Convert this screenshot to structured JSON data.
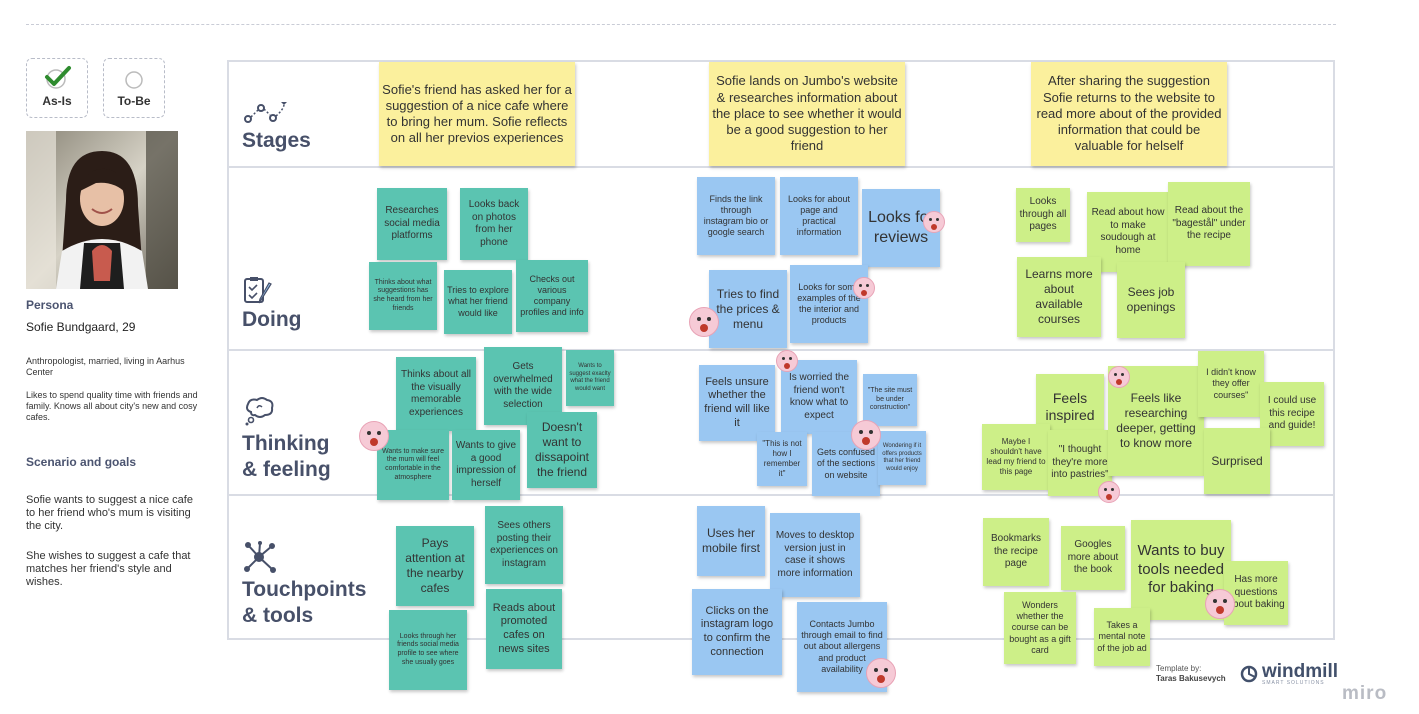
{
  "toggles": {
    "asis": "As-Is",
    "tobe": "To-Be"
  },
  "persona": {
    "heading": "Persona",
    "name": "Sofie Bundgaard, 29",
    "desc1": "Anthropologist, married, living in Aarhus Center",
    "desc2": "Likes to spend quality time with friends and family. Knows all about city's new and cosy cafes."
  },
  "scenario": {
    "heading": "Scenario and goals",
    "p1": "Sofie wants to suggest a nice cafe to her friend who's mum is visiting the city.",
    "p2": "She wishes to suggest a cafe that matches her friend's style and wishes."
  },
  "rows": {
    "stages": "Stages",
    "doing": "Doing",
    "thinking_1": "Thinking",
    "thinking_2": "& feeling",
    "touch_1": "Touchpoints",
    "touch_2": "& tools"
  },
  "notes": {
    "s1": "Sofie's friend has asked her for a suggestion of a nice cafe where to bring her mum. Sofie reflects on all her previos experiences",
    "s2": "Sofie lands on Jumbo's website & researches information about the place to see whether it would be a good suggestion to her friend",
    "s3": "After sharing the suggestion Sofie returns to the website to read more about of the provided information that could be valuable for helself",
    "d1": "Researches social media platforms",
    "d2": "Looks back on photos from her phone",
    "d3": "Thinks about what suggestions has she heard from her friends",
    "d4": "Tries to explore what her friend would like",
    "d5": "Checks out various company profiles and info",
    "d6": "Finds the link through instagram bio or google search",
    "d7": "Looks for about page and practical information",
    "d8": "Looks for reviews",
    "d9": "Tries to find the prices & menu",
    "d10": "Looks for some examples of the the interior and products",
    "d11": "Looks through all pages",
    "d12": "Read about how to make soudough at home",
    "d13": "Read about the \"bagestål\" under the recipe",
    "d14": "Learns more about available courses",
    "d15": "Sees job openings",
    "t1": "Thinks about all the visually memorable experiences",
    "t2": "Gets overwhelmed with the wide selection",
    "t3": "Wants to suggest exaclty what the friend would want",
    "t4": "Wants to make sure the mum will feel comfortable in the atmosphere",
    "t5": "Wants to give a good impression of herself",
    "t6": "Doesn't want to dissapoint the friend",
    "t7": "Feels unsure whether the friend will like it",
    "t8": "Is worried the friend won't know what to expect",
    "t9": "\"The site must be under construction\"",
    "t10": "\"This is not how I remember it\"",
    "t11": "Gets confused of the sections on website",
    "t12": "Wondering if it offers products that her friend would enjoy",
    "t13": "Feels inspired",
    "t14": "Maybe I shouldn't have lead my friend to this page",
    "t15": "\"I thought they're more into pastries\"",
    "t16": "Feels like researching deeper, getting to know more",
    "t17": "I didn't know they offer courses\"",
    "t18": "I could use this recipe and guide!",
    "t19": "Surprised",
    "p1": "Pays attention at the nearby cafes",
    "p2": "Sees others posting their experiences on instagram",
    "p3": "Reads about promoted cafes on news sites",
    "p4": "Looks through her friends social media profile to see where she usually goes",
    "p5": "Uses her mobile first",
    "p6": "Moves to desktop version just in case it shows more information",
    "p7": "Clicks on the instagram logo to confirm the connection",
    "p8": "Contacts Jumbo through email to find out about allergens and product availability",
    "p9": "Bookmarks the recipe page",
    "p10": "Googles more about the book",
    "p11": "Wants to buy tools needed for baking",
    "p12": "Has more questions about baking",
    "p13": "Wonders whether the course can be bought as a gift card",
    "p14": "Takes a mental note of the job ad"
  },
  "footer": {
    "template_by": "Template by:",
    "author": "Taras Bakusevych",
    "brand": "windmill",
    "brand_sub": "SMART SOLUTIONS",
    "miro": "miro"
  },
  "colors": {
    "stage": "#fbf09d",
    "teal": "#5bc4b1",
    "blue": "#9ac7f2",
    "green": "#cdef88",
    "title": "#475069"
  }
}
